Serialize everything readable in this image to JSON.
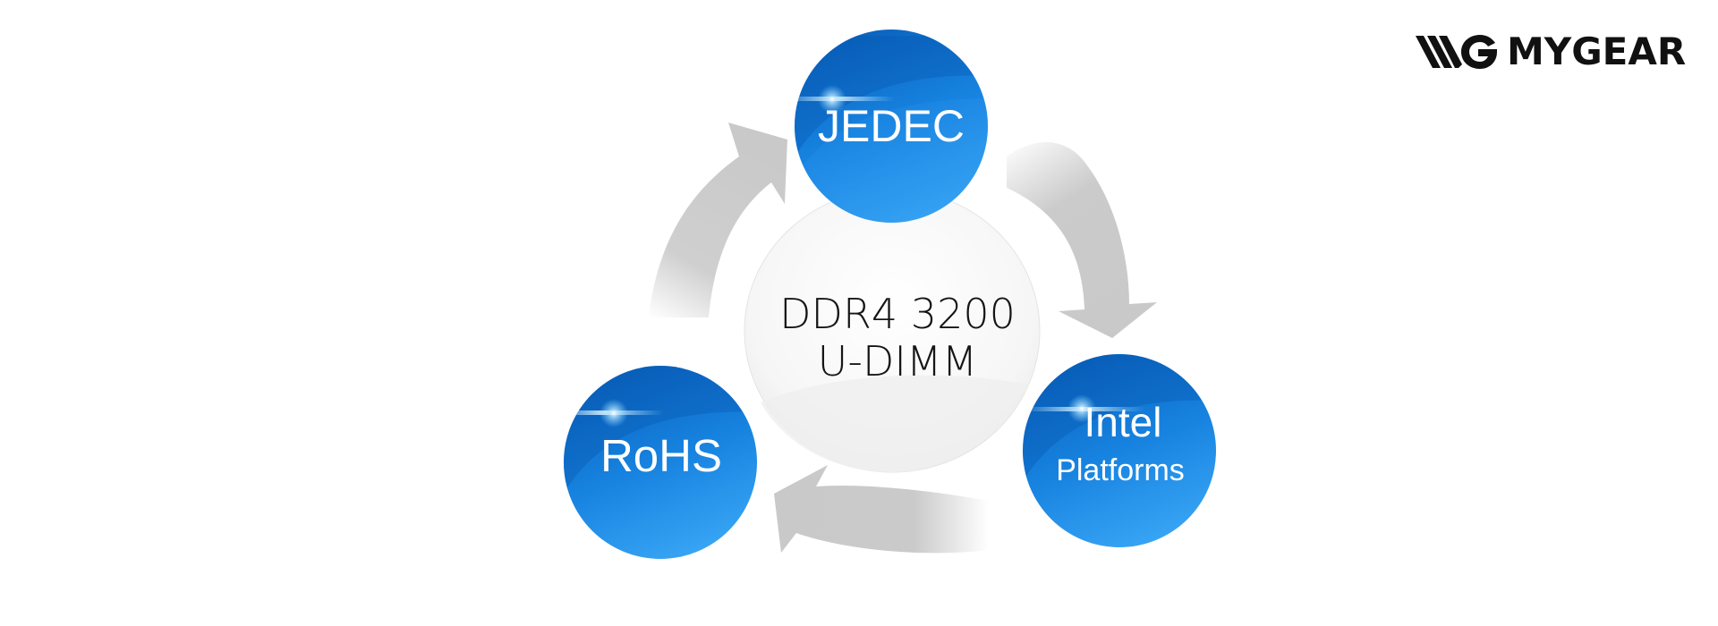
{
  "brand": {
    "name": "MYGEAR",
    "logo_icon": "mygear-wg-logo-icon"
  },
  "diagram": {
    "center": {
      "line1": "DDR4 3200",
      "line2": "U-DIMM"
    },
    "nodes": [
      {
        "id": "jedec",
        "line1": "JEDEC",
        "line2": ""
      },
      {
        "id": "intel",
        "line1": "Intel",
        "line2": "Platforms"
      },
      {
        "id": "rohs",
        "line1": "RoHS",
        "line2": ""
      }
    ],
    "cycle_direction": "clockwise",
    "arrow_icon": "curved-arrow-icon"
  },
  "colors": {
    "node_dark": "#0a62bd",
    "node_mid": "#1783e0",
    "node_light": "#3aa6f5",
    "arrow": "#c9c9c9",
    "center_fill": "#f3f3f3",
    "text_dark": "#151515"
  }
}
